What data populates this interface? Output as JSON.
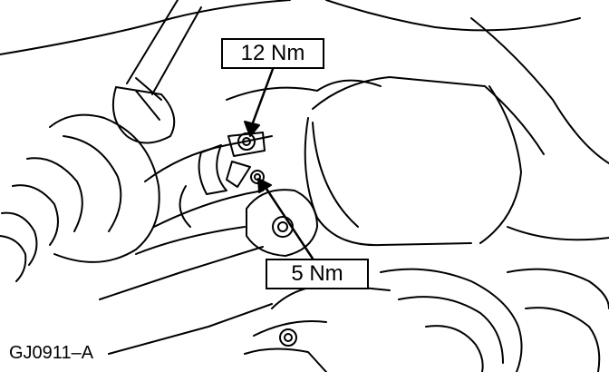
{
  "figure": {
    "callouts": [
      {
        "id": "torque-upper",
        "text": "12 Nm"
      },
      {
        "id": "torque-lower",
        "text": "5 Nm"
      }
    ],
    "figure_id": "GJ0911–A"
  }
}
